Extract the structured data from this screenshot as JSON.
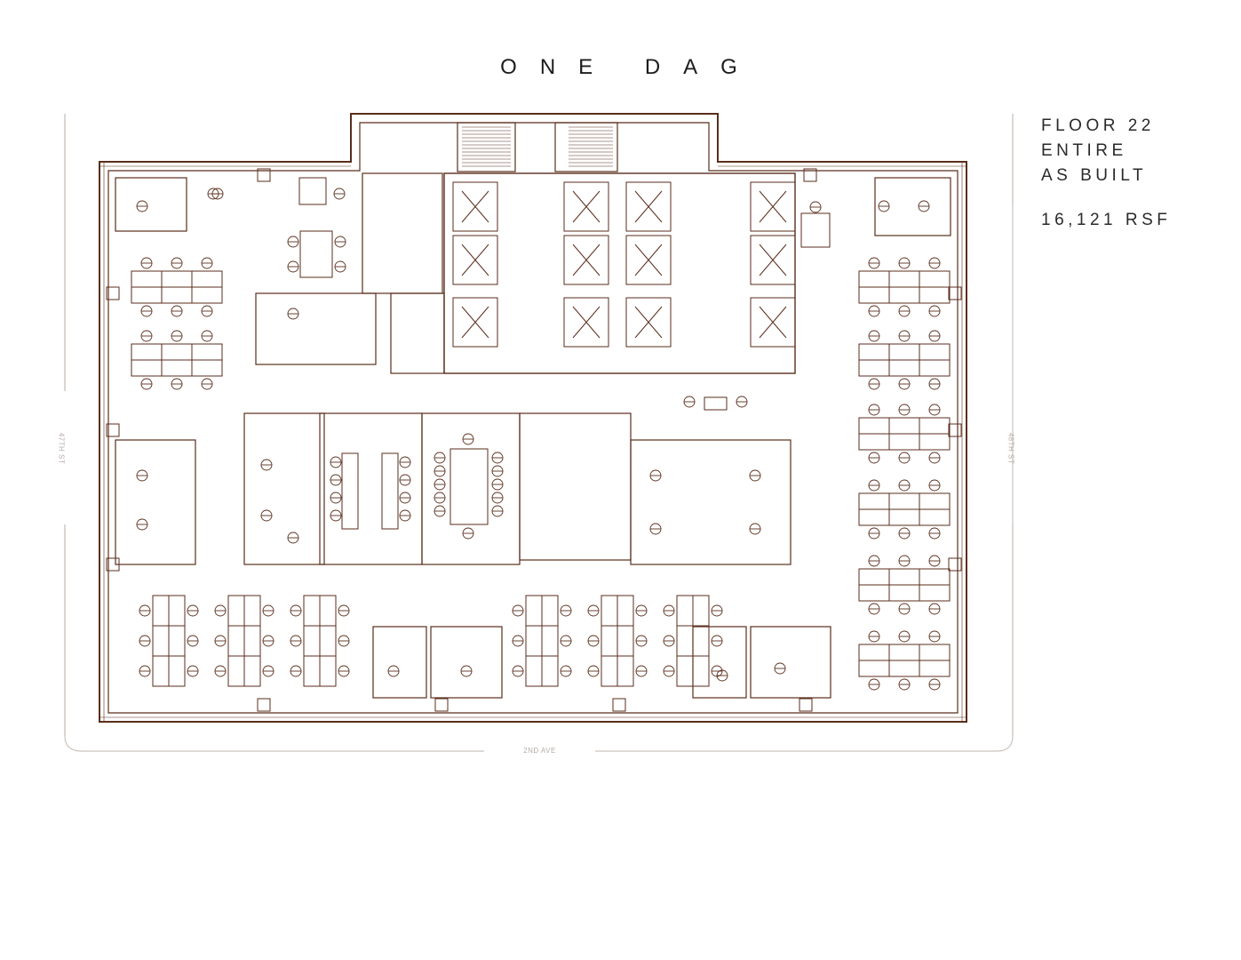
{
  "header": {
    "title": "ONE DAG"
  },
  "info": {
    "line1": "FLOOR 22",
    "line2": "ENTIRE",
    "line3": "AS BUILT",
    "area": "16,121 RSF"
  },
  "streets": {
    "bottom": "2ND AVE",
    "left": "47TH ST",
    "right": "48TH ST"
  },
  "colors": {
    "plan_line": "#5a2e1c",
    "street_outline": "#c8c0ba",
    "text": "#1c1c1c"
  },
  "icons": [
    "elevator-icon",
    "stair-icon",
    "chair-icon",
    "desk-icon",
    "column-icon"
  ]
}
